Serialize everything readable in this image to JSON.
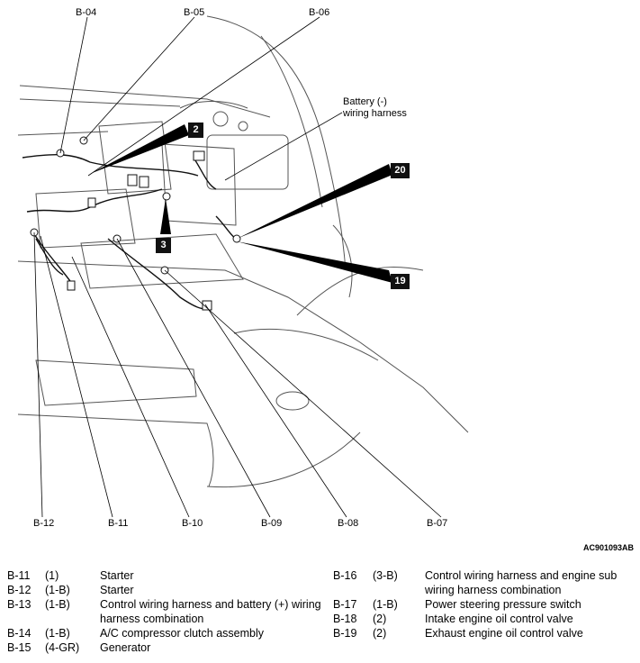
{
  "connector_labels": {
    "b04": "B-04",
    "b05": "B-05",
    "b06": "B-06",
    "b12": "B-12",
    "b11": "B-11",
    "b10": "B-10",
    "b09": "B-09",
    "b08": "B-08",
    "b07": "B-07"
  },
  "callouts": {
    "c2": "2",
    "c3": "3",
    "c20": "20",
    "c19": "19"
  },
  "battery_label": {
    "line1": "Battery (-)",
    "line2": "wiring harness"
  },
  "figure_code": "AC901093AB",
  "legend_left": [
    {
      "code": "B-11",
      "category": "(1)",
      "description": "Starter"
    },
    {
      "code": "B-12",
      "category": "(1-B)",
      "description": "Starter"
    },
    {
      "code": "B-13",
      "category": "(1-B)",
      "description": "Control wiring harness and battery (+) wiring harness combination"
    },
    {
      "code": "B-14",
      "category": "(1-B)",
      "description": "A/C compressor clutch assembly"
    },
    {
      "code": "B-15",
      "category": "(4-GR)",
      "description": "Generator"
    }
  ],
  "legend_right": [
    {
      "code": "B-16",
      "category": "(3-B)",
      "description": "Control wiring harness and engine sub wiring harness combination"
    },
    {
      "code": "B-17",
      "category": "(1-B)",
      "description": "Power steering pressure switch"
    },
    {
      "code": "B-18",
      "category": "(2)",
      "description": "Intake engine oil control valve"
    },
    {
      "code": "B-19",
      "category": "(2)",
      "description": "Exhaust engine oil control valve"
    }
  ]
}
